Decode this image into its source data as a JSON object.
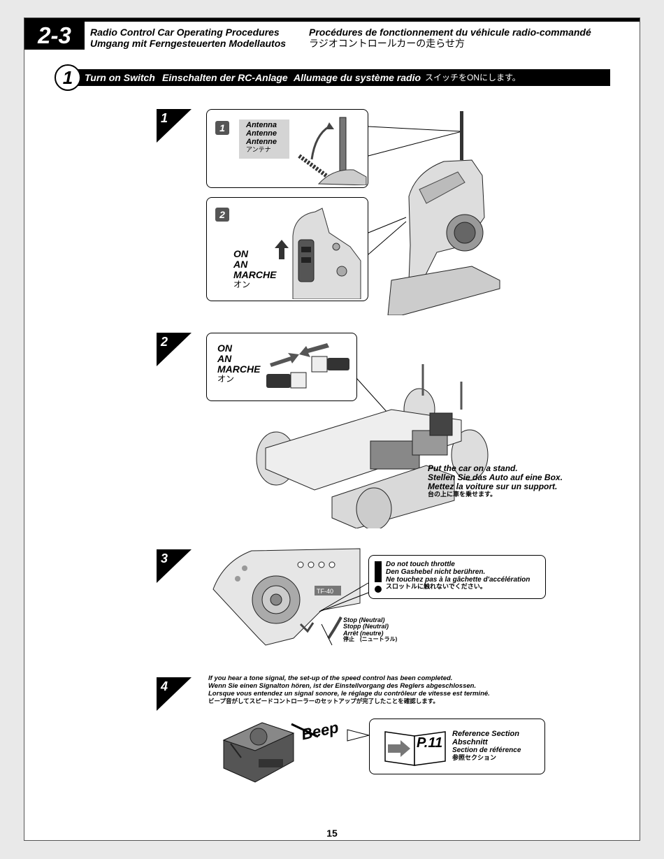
{
  "header": {
    "section_number": "2-3",
    "title_en": "Radio Control Car Operating Procedures",
    "title_de": "Umgang mit Ferngesteuerten Modellautos",
    "title_fr": "Procédures de fonctionnement du véhicule radio-commandé",
    "title_jp": "ラジオコントロールカーの走らせ方"
  },
  "section1": {
    "number": "1",
    "title_en": "Turn on Switch",
    "title_de": "Einschalten der RC-Anlage",
    "title_fr": "Allumage du système radio",
    "title_jp": "スイッチをONにします。"
  },
  "steps": {
    "s1": {
      "num": "1",
      "sub1": {
        "badge": "1",
        "en": "Antenna",
        "de": "Antenne",
        "fr": "Antenne",
        "jp": "アンテナ"
      },
      "sub2": {
        "badge": "2",
        "en": "ON",
        "de": "AN",
        "fr": "MARCHE",
        "jp": "オン"
      }
    },
    "s2": {
      "num": "2",
      "on_en": "ON",
      "on_de": "AN",
      "on_fr": "MARCHE",
      "on_jp": "オン",
      "stand_en": "Put the car on a stand.",
      "stand_de": "Stellen Sie das Auto auf eine Box.",
      "stand_fr": "Mettez la voiture sur un support.",
      "stand_jp": "台の上に車を乗せます。"
    },
    "s3": {
      "num": "3",
      "warn_en": "Do not touch throttle",
      "warn_de": "Den Gashebel nicht berühren.",
      "warn_fr": "Ne touchez pas à la gâchette d'accélération",
      "warn_jp": "スロットルに触れないでください。",
      "stop_en": "Stop (Neutral)",
      "stop_de": "Stopp (Neutral)",
      "stop_fr": "Arrêt (neutre)",
      "stop_jp": "停止　(ニュートラル)",
      "model_label": "TF-40"
    },
    "s4": {
      "num": "4",
      "text_en": "If you hear a tone signal, the set-up of the speed control has been completed.",
      "text_de": "Wenn Sie einen Signalton hören, ist der Einstellvorgang des Reglers abgeschlossen.",
      "text_fr": "Lorsque vous entendez un signal sonore, le réglage du contrôleur de vitesse est terminé.",
      "text_jp": "ビープ音がしてスピードコントローラーのセットアップが完了したことを確認します。",
      "beep": "Beep",
      "ref_page": "P.11",
      "ref_en": "Reference Section",
      "ref_de": "Abschnitt",
      "ref_fr": "Section de référence",
      "ref_jp": "参照セクション"
    }
  },
  "footer": {
    "page_number": "15"
  }
}
